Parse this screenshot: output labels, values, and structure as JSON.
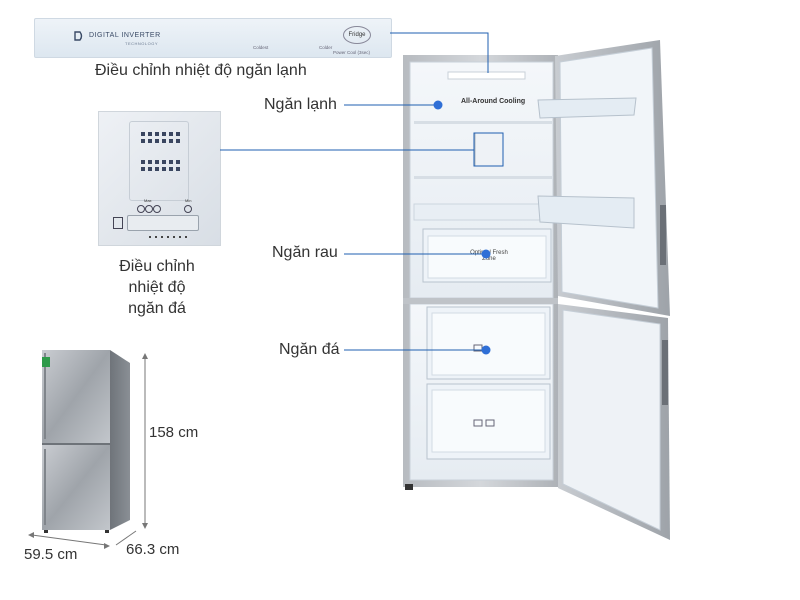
{
  "labels": {
    "fridge_control": "Điều chỉnh nhiệt độ ngăn lạnh",
    "freezer_control_line1": "Điều chỉnh",
    "freezer_control_line2": "nhiệt độ",
    "freezer_control_line3": "ngăn đá",
    "fridge_compartment": "Ngăn lạnh",
    "vegetable_compartment": "Ngăn rau",
    "freezer_compartment": "Ngăn đá"
  },
  "dimensions": {
    "height": "158 cm",
    "width": "59.5 cm",
    "depth": "66.3 cm"
  },
  "top_panel": {
    "brand": "DIGITAL INVERTER",
    "brand_sub": "TECHNOLOGY",
    "button": "Fridge",
    "left_small": "Coldest",
    "mid_small": "Colder",
    "right_small": "Power Cool (3sec)"
  },
  "freezer_panel": {
    "max": "Max",
    "min": "Min"
  },
  "fridge_inside": {
    "cooling_label": "All-Around Cooling",
    "fresh_zone_l1": "Optimal Fresh",
    "fresh_zone_l2": "Zone"
  },
  "colors": {
    "accent_blue": "#2f6fd6",
    "leader_line": "#1f5fb0",
    "steel": "#a9aeb5",
    "label_text": "#333333"
  }
}
